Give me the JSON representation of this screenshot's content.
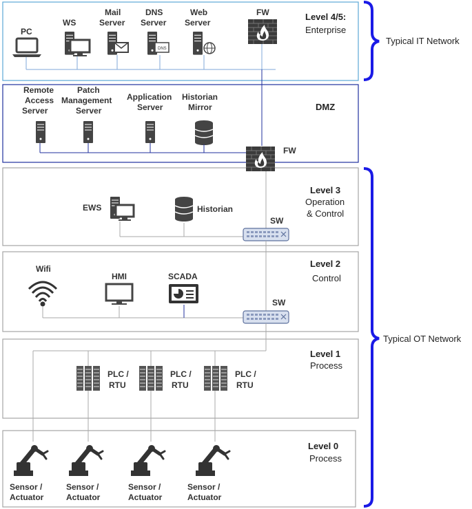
{
  "colors": {
    "it_zone": "#5aa6d6",
    "dmz_zone": "#1f2f9e",
    "ot_zone": "#a5a5a5",
    "brace": "#1a1ae6",
    "device": "#444444"
  },
  "braces": {
    "it": "Typical IT Network",
    "ot": "Typical OT Network"
  },
  "enterprise": {
    "level_title": "Level 4/5:",
    "level_subtitle": "Enterprise",
    "devices": [
      {
        "line1": "PC",
        "line2": "",
        "icon": "laptop-icon"
      },
      {
        "line1": "WS",
        "line2": "",
        "icon": "workstation-icon"
      },
      {
        "line1": "Mail",
        "line2": "Server",
        "icon": "mail-server-icon"
      },
      {
        "line1": "DNS",
        "line2": "Server",
        "icon": "dns-server-icon",
        "badge": "DNS"
      },
      {
        "line1": "Web",
        "line2": "Server",
        "icon": "web-server-icon"
      },
      {
        "line1": "FW",
        "line2": "",
        "icon": "firewall-icon"
      }
    ]
  },
  "dmz": {
    "level_title": "DMZ",
    "devices": [
      {
        "line1": "Remote",
        "line2": "Access",
        "line3": "Server",
        "icon": "server-icon"
      },
      {
        "line1": "Patch",
        "line2": "Management",
        "line3": "Server",
        "icon": "server-icon"
      },
      {
        "line1": "Application",
        "line2": "Server",
        "line3": "",
        "icon": "server-icon"
      },
      {
        "line1": "Historian",
        "line2": "Mirror",
        "line3": "",
        "icon": "database-icon"
      }
    ],
    "firewall_label": "FW"
  },
  "level3": {
    "level_title": "Level 3",
    "level_sub1": "Operation",
    "level_sub2": "& Control",
    "ews_label": "EWS",
    "historian_label": "Historian",
    "switch_label": "SW"
  },
  "level2": {
    "level_title": "Level 2",
    "level_sub": "Control",
    "wifi_label": "Wifi",
    "hmi_label": "HMI",
    "scada_label": "SCADA",
    "switch_label": "SW"
  },
  "level1": {
    "level_title": "Level 1",
    "level_sub": "Process",
    "plcs": [
      {
        "line1": "PLC /",
        "line2": "RTU"
      },
      {
        "line1": "PLC /",
        "line2": "RTU"
      },
      {
        "line1": "PLC /",
        "line2": "RTU"
      }
    ]
  },
  "level0": {
    "level_title": "Level 0",
    "level_sub": "Process",
    "sensors": [
      {
        "line1": "Sensor /",
        "line2": "Actuator"
      },
      {
        "line1": "Sensor /",
        "line2": "Actuator"
      },
      {
        "line1": "Sensor /",
        "line2": "Actuator"
      },
      {
        "line1": "Sensor /",
        "line2": "Actuator"
      }
    ]
  }
}
